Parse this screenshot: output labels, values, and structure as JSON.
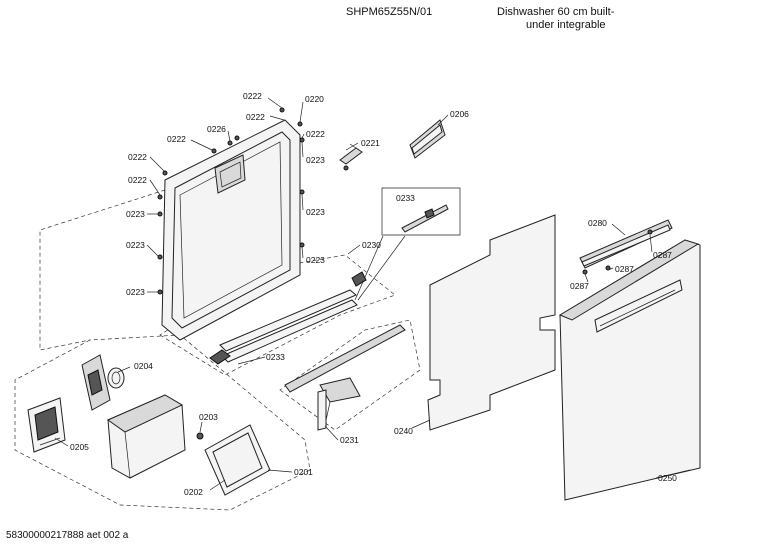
{
  "header": {
    "model": "SHPM65Z55N/01",
    "description_line1": "Dishwasher 60 cm built-",
    "description_line2": "under integrable"
  },
  "footer": {
    "document_code": "58300000217888 aet 002 a"
  },
  "labels": {
    "l0222a": "0222",
    "l0220": "0220",
    "l0222b": "0222",
    "l0226": "0226",
    "l0222c": "0222",
    "l0222d": "0222",
    "l0223a": "0223",
    "l0221": "0221",
    "l0222e": "0222",
    "l0222f": "0222",
    "l0223b": "0223",
    "l0223c": "0223",
    "l0223d": "0223",
    "l0223e": "0223",
    "l0223f": "0223",
    "l0230": "0230",
    "l0233a": "0233",
    "l0233b": "0233",
    "l0206": "0206",
    "l0280": "0280",
    "l0287a": "0287",
    "l0287b": "0287",
    "l0287c": "0287",
    "l0204": "0204",
    "l0203": "0203",
    "l0205": "0205",
    "l0202": "0202",
    "l0201": "0201",
    "l0231": "0231",
    "l0240": "0240",
    "l0250": "0250"
  }
}
